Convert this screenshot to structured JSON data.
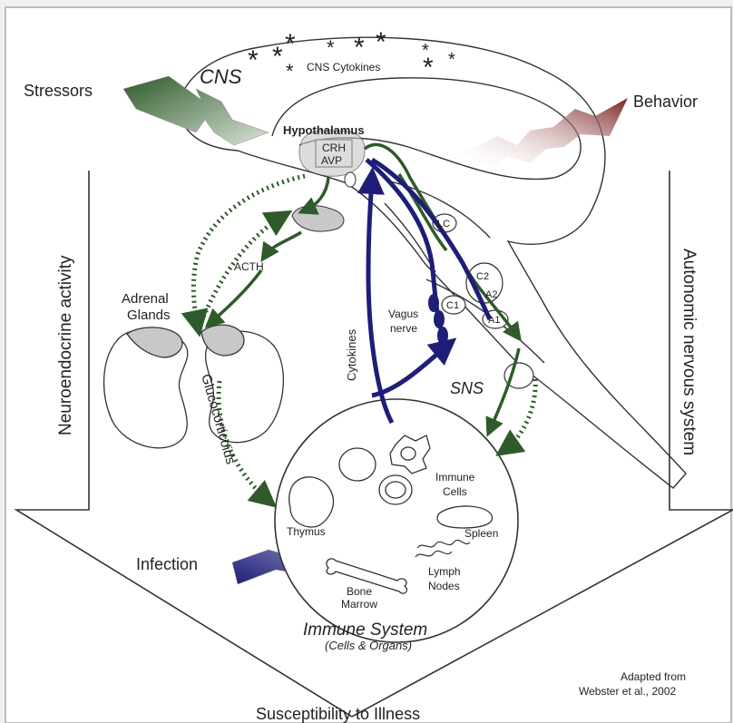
{
  "labels": {
    "cns": "CNS",
    "cns_cytokines": "CNS Cytokines",
    "stressors": "Stressors",
    "behavior": "Behavior",
    "hypothalamus": "Hypothalamus",
    "crh": "CRH",
    "avp": "AVP",
    "lc": "LC",
    "c2": "C2",
    "a2": "A2",
    "c1": "C1",
    "a1": "A1",
    "acth": "ACTH",
    "adrenal_line1": "Adrenal",
    "adrenal_line2": "Glands",
    "glucocorticoids": "Glucocorticoids",
    "cytokines": "Cytokines",
    "vagus_line1": "Vagus",
    "vagus_line2": "nerve",
    "sns": "SNS",
    "neuroendocrine": "Neuroendocrine activity",
    "autonomic": "Autonomic nervous system",
    "immune_cells_line1": "Immune",
    "immune_cells_line2": "Cells",
    "thymus": "Thymus",
    "spleen": "Spleen",
    "lymph_line1": "Lymph",
    "lymph_line2": "Nodes",
    "bone_line1": "Bone",
    "bone_line2": "Marrow",
    "infection": "Infection",
    "immune_system": "Immune System",
    "immune_system_sub": "(Cells & Organs)",
    "adapted_line1": "Adapted from",
    "adapted_line2": "Webster et al., 2002",
    "susceptibility": "Susceptibility to Illness"
  },
  "colors": {
    "green": "#2f5a2a",
    "navy": "#1e1e78",
    "maroon": "#7a1f1f",
    "grey_fill": "#c8c8c8"
  }
}
